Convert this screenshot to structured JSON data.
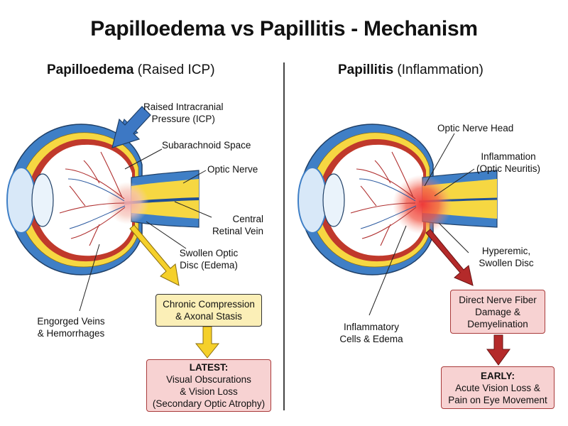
{
  "title": "Papilloedema vs Papillitis - Mechanism",
  "left": {
    "heading_bold": "Papilloedema",
    "heading_rest": " (Raised ICP)",
    "labels": {
      "icp_line1": "Raised Intracranial",
      "icp_line2": "Pressure (ICP)",
      "subarachnoid": "Subarachnoid Space",
      "optic_nerve": "Optic Nerve",
      "crv_line1": "Central",
      "crv_line2": "Retinal Vein",
      "swollen_line1": "Swollen Optic",
      "swollen_line2": "Disc (Edema)",
      "veins_line1": "Engorged Veins",
      "veins_line2": "& Hemorrhages"
    },
    "box1_line1": "Chronic Compression",
    "box1_line2": "& Axonal Stasis",
    "box2_title": "LATEST:",
    "box2_line1": "Visual Obscurations",
    "box2_line2": "& Vision Loss",
    "box2_line3": "(Secondary Optic Atrophy)"
  },
  "right": {
    "heading_bold": "Papillitis",
    "heading_rest": " (Inflammation)",
    "labels": {
      "onh": "Optic Nerve Head",
      "infl_line1": "Inflammation",
      "infl_line2": "(Optic Neuritis)",
      "hyper_line1": "Hyperemic,",
      "hyper_line2": "Swollen Disc",
      "cells_line1": "Inflammatory",
      "cells_line2": "Cells & Edema"
    },
    "box1_line1": "Direct Nerve Fiber",
    "box1_line2": "Damage &",
    "box1_line3": "Demyelination",
    "box2_title": "EARLY:",
    "box2_line1": "Acute Vision Loss &",
    "box2_line2": "Pain on Eye Movement"
  },
  "colors": {
    "sclera_blue": "#3f7fc6",
    "nerve_yellow": "#f6d742",
    "retina_red": "#c0392b",
    "icp_arrow": "#3d78c4",
    "yellow_arrow": "#f5d02a",
    "red_arrow": "#b42a2a",
    "swelling": "#f4a7a7",
    "inflammation": "#ee3a3a"
  }
}
